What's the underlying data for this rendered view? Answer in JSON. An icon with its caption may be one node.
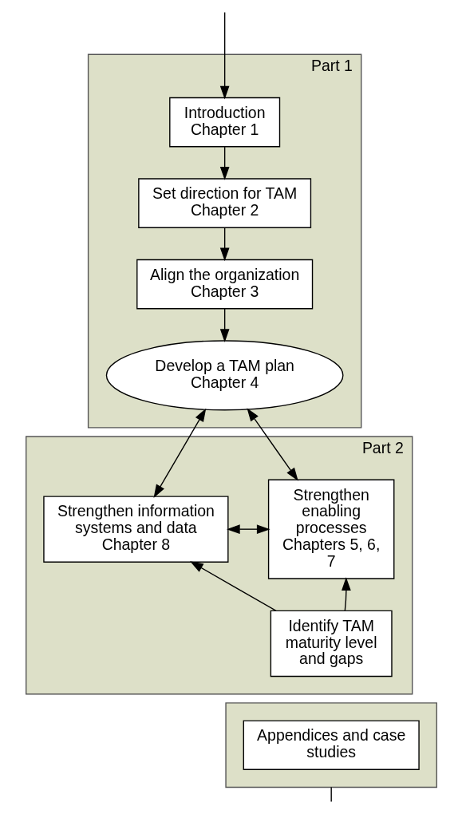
{
  "diagram": {
    "nodes": [
      {
        "text": [
          "Part 1"
        ]
      },
      {
        "text": [
          "Introduction",
          "Chapter 1"
        ],
        "in": 0
      },
      {
        "text": [
          "Set direction for TAM",
          "Chapter 2"
        ],
        "in": 0
      },
      {
        "text": [
          "Align the organization",
          "Chapter 3"
        ],
        "in": 0
      },
      {
        "text": [
          "Develop a TAM plan",
          "Chapter 4"
        ],
        "in": 0
      },
      {
        "text": [
          "Part 2"
        ]
      },
      {
        "text": [
          "Strengthen enabling processes",
          "Chapters 5, 6, 7"
        ],
        "in": 5
      },
      {
        "text": [
          "Strengthen information systems and data",
          "Chapter 8"
        ],
        "in": 5
      },
      {
        "text": [
          "Identify TAM maturity level and gaps"
        ],
        "in": 5
      },
      {
        "text": [],
        "shape": "box"
      },
      {
        "text": [
          "Appendices and case studies"
        ],
        "in": 9
      }
    ],
    "edges": [
      {
        "from": null,
        "to": 1,
        "arrow": "to"
      },
      {
        "from": 1,
        "to": 2,
        "arrow": "to"
      },
      {
        "from": 2,
        "to": 3,
        "arrow": "to"
      },
      {
        "from": 3,
        "to": 4,
        "arrow": "to"
      },
      {
        "from": 4,
        "to": 6,
        "arrow": "both"
      },
      {
        "from": 4,
        "to": 7,
        "arrow": "both"
      },
      {
        "from": 6,
        "to": 7,
        "arrow": "both"
      },
      {
        "from": 8,
        "to": 6,
        "arrow": "to"
      },
      {
        "from": 8,
        "to": 7,
        "arrow": "to"
      },
      {
        "from": 9,
        "to": null,
        "arrow": "none"
      }
    ]
  }
}
